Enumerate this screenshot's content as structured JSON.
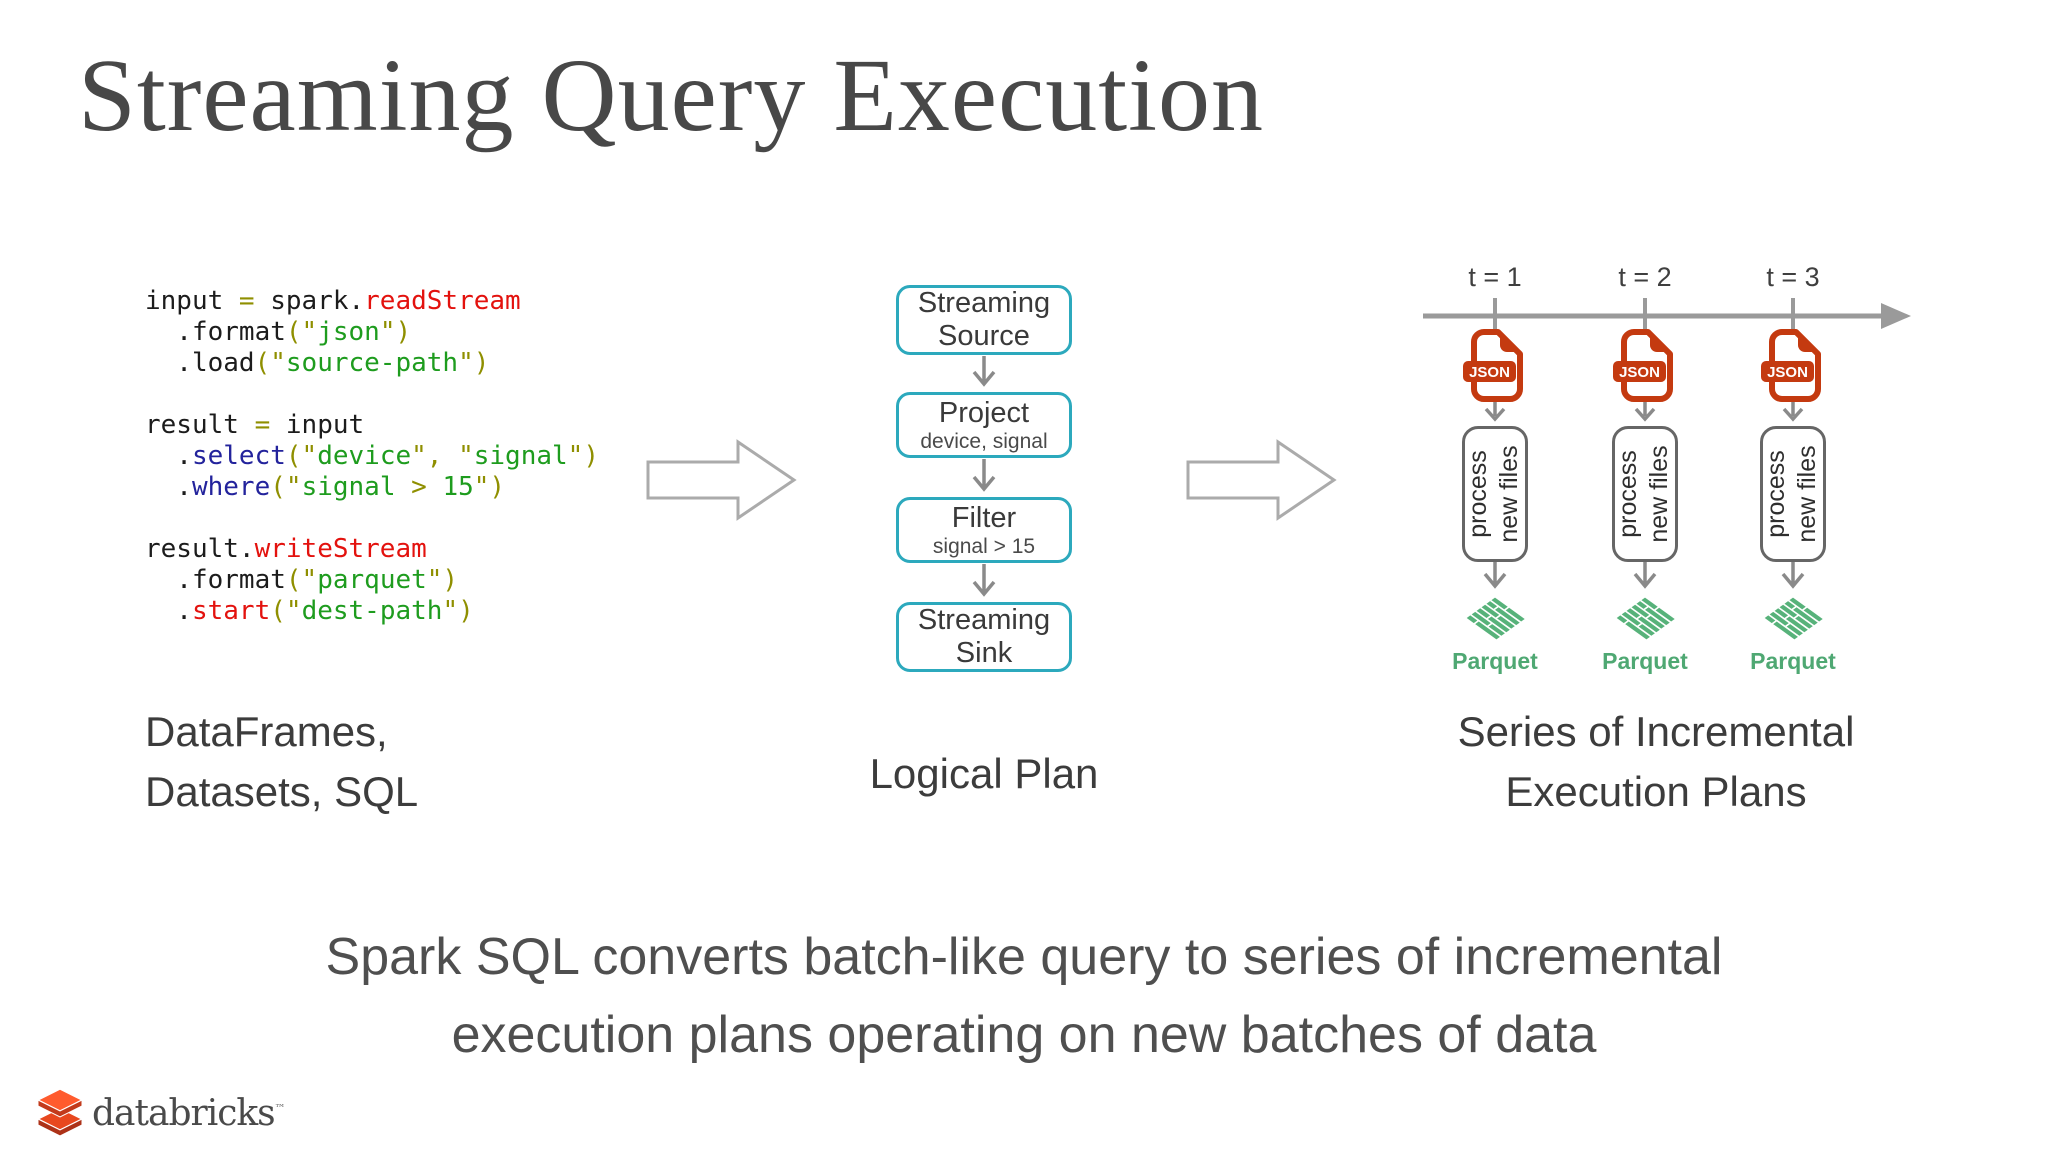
{
  "slide": {
    "title": "Streaming Query Execution"
  },
  "code": {
    "lines": [
      [
        [
          "d",
          "input "
        ],
        [
          "o",
          "="
        ],
        [
          "d",
          " spark."
        ],
        [
          "r",
          "readStream"
        ]
      ],
      [
        [
          "d",
          "  .format"
        ],
        [
          "o",
          "(\""
        ],
        [
          "g",
          "json"
        ],
        [
          "o",
          "\")"
        ]
      ],
      [
        [
          "d",
          "  .load"
        ],
        [
          "o",
          "(\""
        ],
        [
          "g",
          "source-path"
        ],
        [
          "o",
          "\")"
        ]
      ],
      [],
      [
        [
          "d",
          "result "
        ],
        [
          "o",
          "="
        ],
        [
          "d",
          " input"
        ]
      ],
      [
        [
          "d",
          "  ."
        ],
        [
          "b",
          "select"
        ],
        [
          "o",
          "(\""
        ],
        [
          "g",
          "device"
        ],
        [
          "o",
          "\", \""
        ],
        [
          "g",
          "signal"
        ],
        [
          "o",
          "\")"
        ]
      ],
      [
        [
          "d",
          "  ."
        ],
        [
          "b",
          "where"
        ],
        [
          "o",
          "(\""
        ],
        [
          "g",
          "signal "
        ],
        [
          "o",
          "> "
        ],
        [
          "g",
          "15"
        ],
        [
          "o",
          "\")"
        ]
      ],
      [],
      [
        [
          "d",
          "result."
        ],
        [
          "r",
          "writeStream"
        ]
      ],
      [
        [
          "d",
          "  .format"
        ],
        [
          "o",
          "(\""
        ],
        [
          "g",
          "parquet"
        ],
        [
          "o",
          "\")"
        ]
      ],
      [
        [
          "d",
          "  ."
        ],
        [
          "r",
          "start"
        ],
        [
          "o",
          "(\""
        ],
        [
          "g",
          "dest-path"
        ],
        [
          "o",
          "\")"
        ]
      ]
    ]
  },
  "labels": {
    "left_line1": "DataFrames,",
    "left_line2": "Datasets, SQL",
    "center": "Logical Plan",
    "right_line1": "Series of Incremental",
    "right_line2": "Execution Plans"
  },
  "plan": {
    "nodes": [
      {
        "line1": "Streaming",
        "line2": "Source"
      },
      {
        "line1": "Project",
        "sub": "device, signal"
      },
      {
        "line1": "Filter",
        "sub": "signal > 15"
      },
      {
        "line1": "Streaming",
        "line2": "Sink"
      }
    ]
  },
  "timeline": {
    "steps": [
      {
        "t_label": "t = 1",
        "file_label": "JSON",
        "process_line1": "process",
        "process_line2": "new files",
        "output_label": "Parquet"
      },
      {
        "t_label": "t = 2",
        "file_label": "JSON",
        "process_line1": "process",
        "process_line2": "new files",
        "output_label": "Parquet"
      },
      {
        "t_label": "t = 3",
        "file_label": "JSON",
        "process_line1": "process",
        "process_line2": "new files",
        "output_label": "Parquet"
      }
    ]
  },
  "caption": {
    "line1": "Spark SQL converts batch-like query to series of incremental",
    "line2": "execution plans operating on new batches of data"
  },
  "footer": {
    "logo_text": "databricks",
    "trademark": "™"
  },
  "colors": {
    "accent_teal": "#2CA9BD",
    "code_red": "#E3120E",
    "code_green": "#1E9C1E",
    "code_navy": "#23239C",
    "code_olive": "#8F8F00",
    "json_icon_red": "#C43A10",
    "parquet_green": "#57B27A",
    "parquet_label_green": "#4FA873",
    "arrow_gray": "#8A8A8A",
    "brand_orange": "#FF5B2E"
  }
}
